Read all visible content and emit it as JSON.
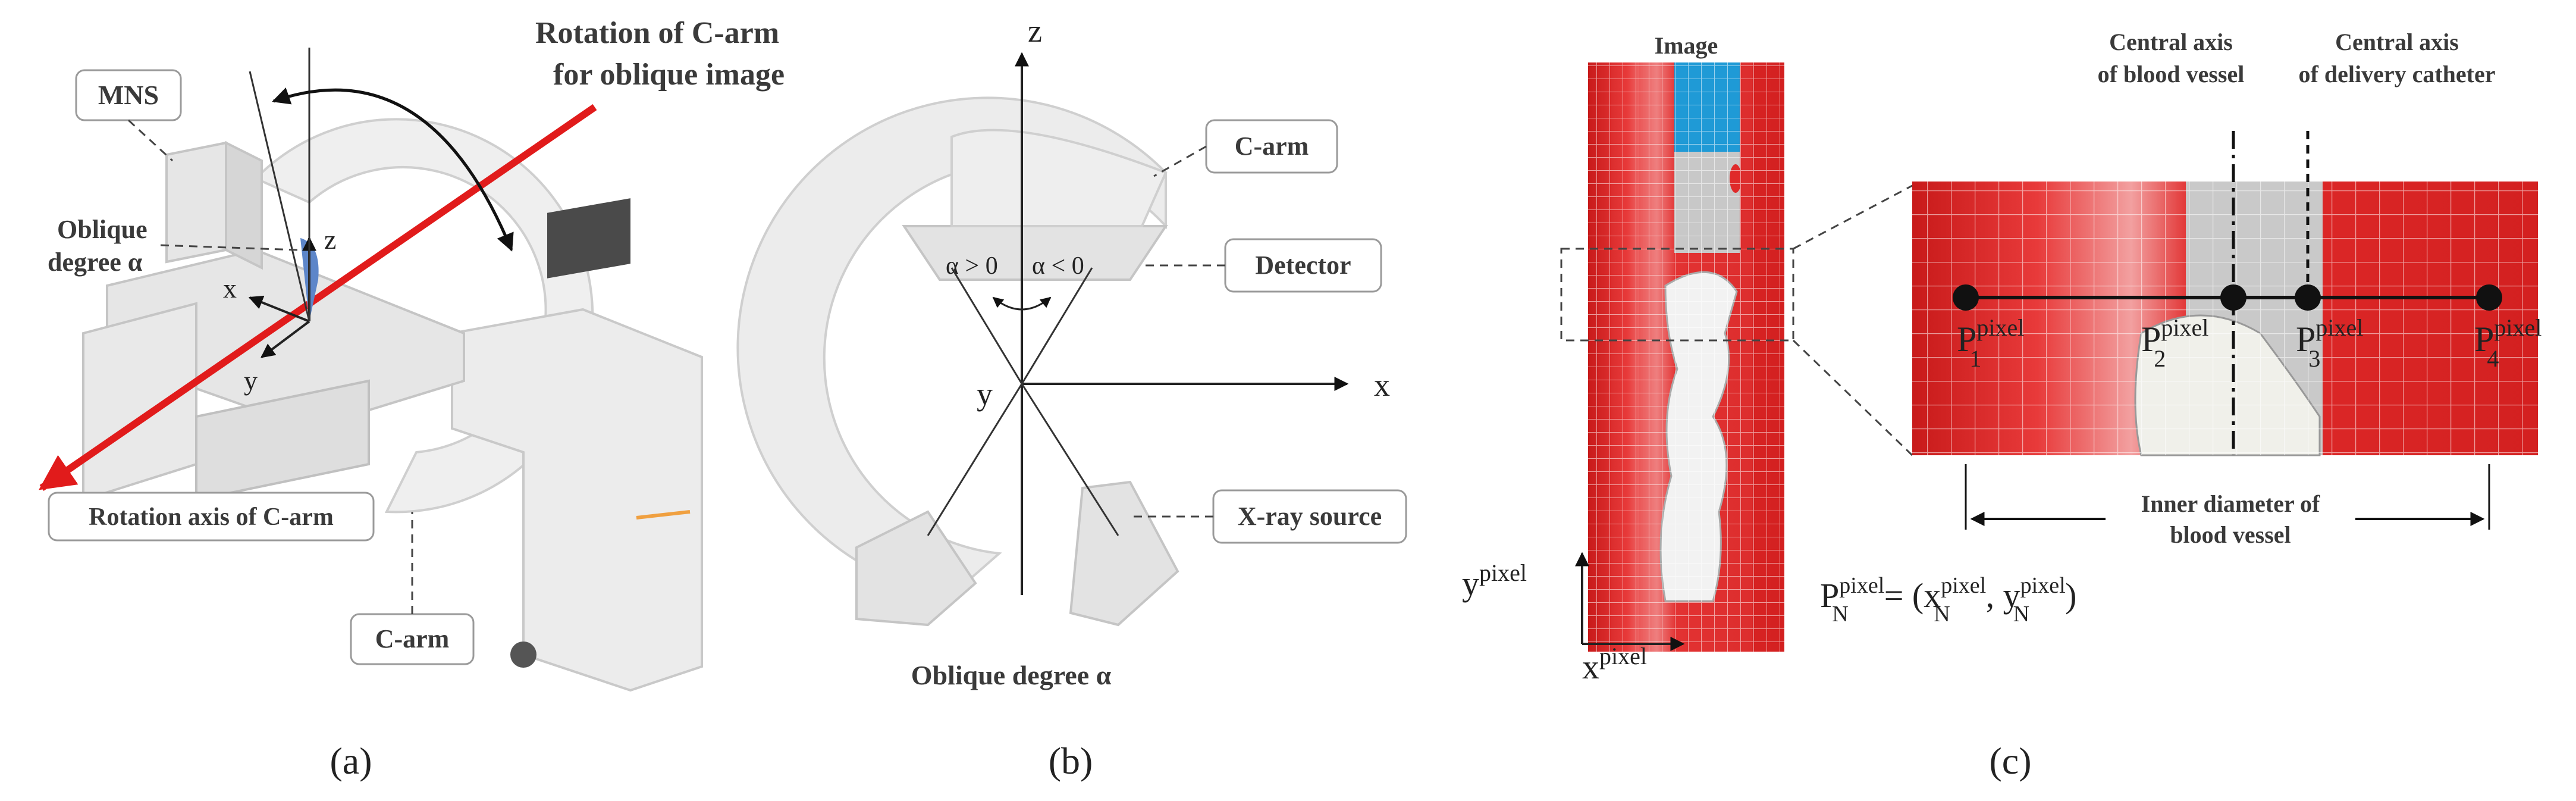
{
  "panel_a": {
    "caption": "(a)",
    "rotation_title_line1": "Rotation of C-arm",
    "rotation_title_line2": "for oblique image",
    "label_mns": "MNS",
    "label_oblique_line1": "Oblique",
    "label_oblique_line2": "degree α",
    "axis_z": "z",
    "axis_x": "x",
    "axis_y": "y",
    "label_rotation_axis": "Rotation axis of C-arm",
    "label_carm": "C-arm",
    "colors": {
      "rotation_axis": "#e11b1b",
      "device": "#e9e9e9",
      "screen": "#4a4a4a"
    }
  },
  "panel_b": {
    "caption": "(b)",
    "axis_z": "z",
    "axis_x": "x",
    "axis_y": "y",
    "label_carm": "C-arm",
    "label_detector": "Detector",
    "label_xray": "X-ray source",
    "alpha_pos": "α > 0",
    "alpha_neg": "α < 0",
    "label_oblique": "Oblique  degree α"
  },
  "panel_c": {
    "caption": "(c)",
    "label_image": "Image",
    "label_central_vessel_line1": "Central axis",
    "label_central_vessel_line2": "of blood vessel",
    "label_central_catheter_line1": "Central axis",
    "label_central_catheter_line2": "of delivery catheter",
    "point_base": "P",
    "point_sup": "pixel",
    "point_subs": [
      "1",
      "2",
      "3",
      "4"
    ],
    "label_inner_line1": "Inner diameter of",
    "label_inner_line2": "blood vessel",
    "axis_y_base": "y",
    "axis_x_base": "x",
    "axis_sup": "pixel",
    "formula_lhs_base": "P",
    "formula_lhs_sub": "N",
    "formula_eq": "= (x",
    "formula_comma": ", y",
    "formula_close": ")",
    "colors": {
      "vessel": "#e02a2a",
      "catheter": "#bfbfbf",
      "blue": "#1f9ad6",
      "grid": "#ffffff"
    }
  }
}
